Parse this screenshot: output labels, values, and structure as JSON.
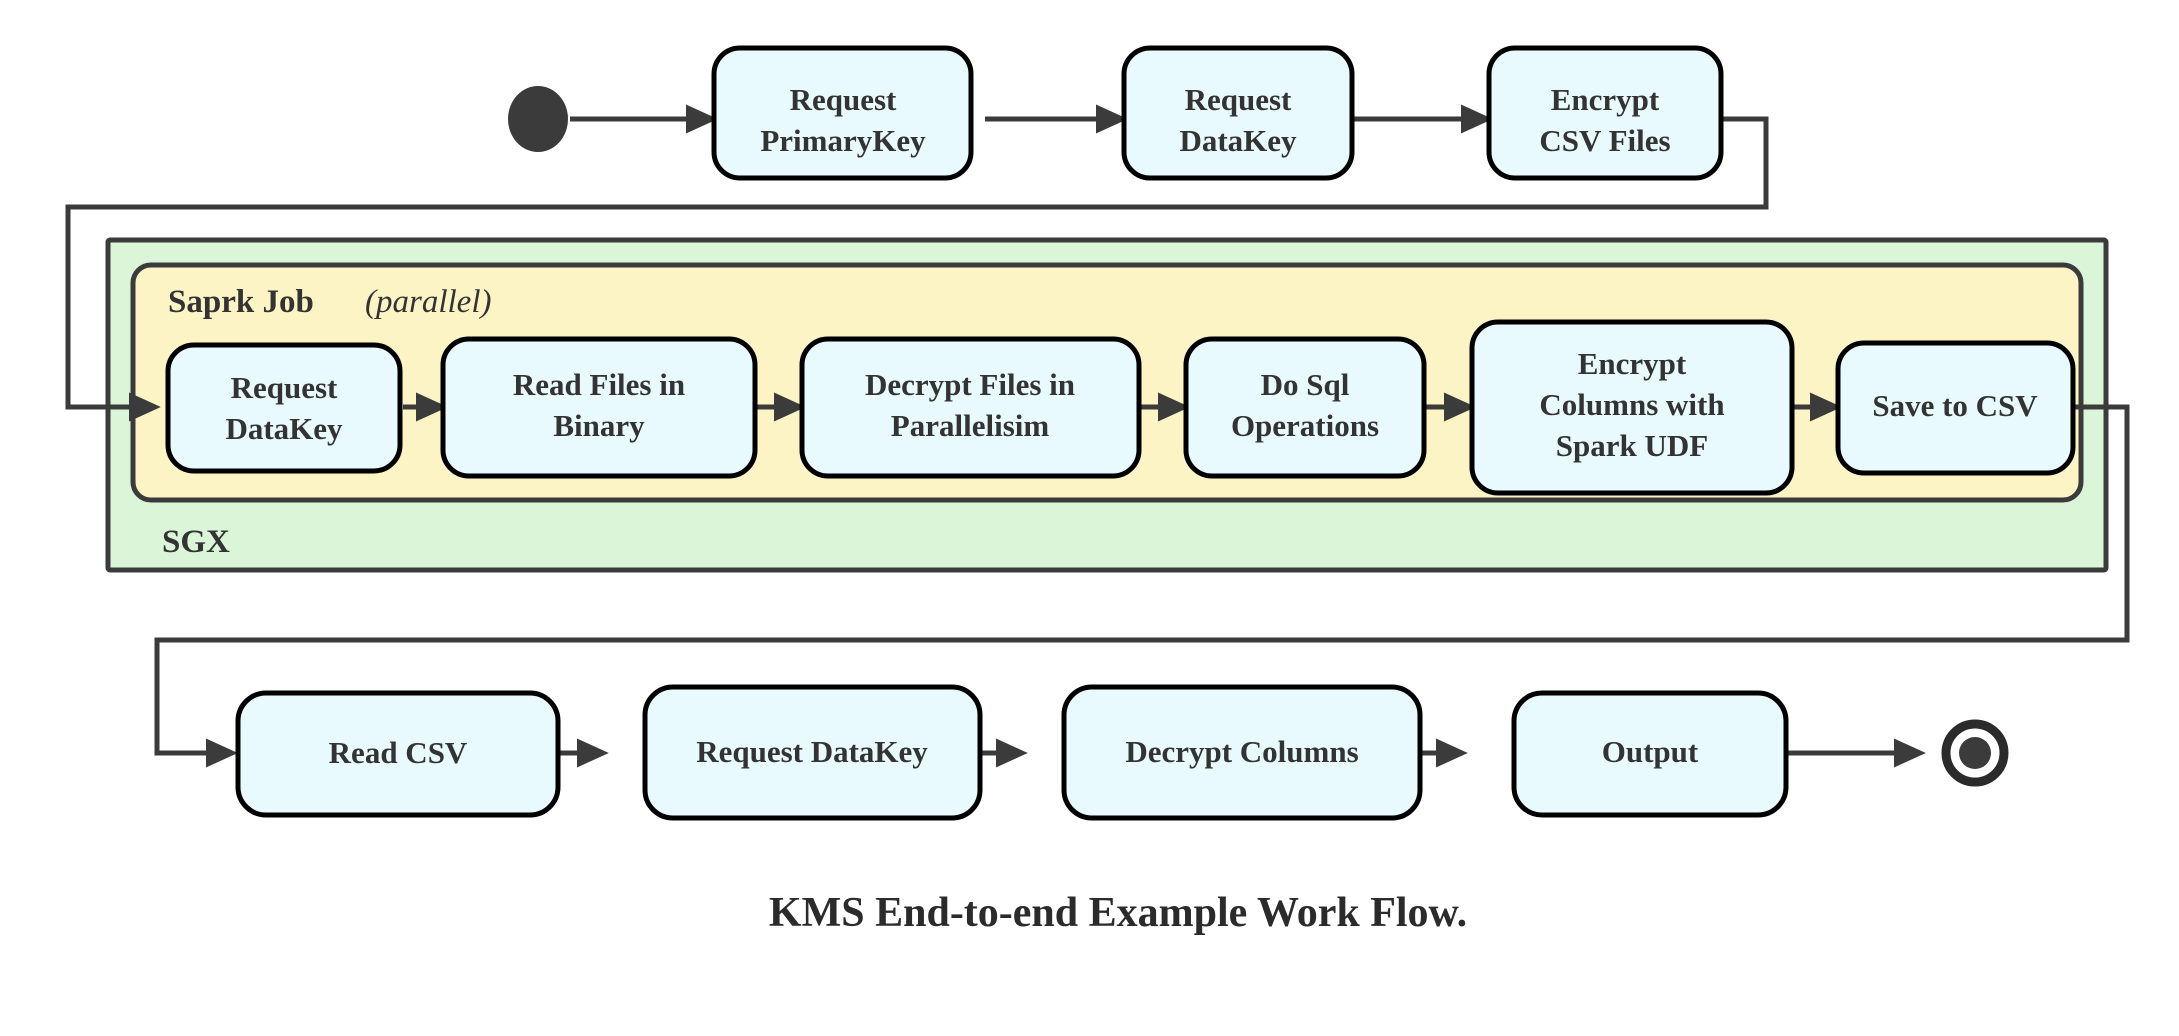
{
  "diagram": {
    "title": "KMS End-to-end Example Work Flow.",
    "type": "activity-flowchart",
    "colors": {
      "node_fill": "#e8fafd",
      "node_stroke": "#000000",
      "sgx_fill": "#dbf5d9",
      "spark_fill": "#fdf4c6",
      "edge": "#3b3b3b",
      "text": "#333333",
      "background": "#ffffff"
    },
    "start_node": {
      "name": "start-state",
      "shape": "filled-circle"
    },
    "end_node": {
      "name": "end-state",
      "shape": "bullseye"
    },
    "top_row": [
      {
        "id": "request-primarykey",
        "line1": "Request",
        "line2": "PrimaryKey"
      },
      {
        "id": "request-datakey-top",
        "line1": "Request",
        "line2": "DataKey"
      },
      {
        "id": "encrypt-csv-files",
        "line1": "Encrypt",
        "line2": "CSV Files"
      }
    ],
    "containers": {
      "outer": {
        "id": "sgx-container",
        "label": "SGX"
      },
      "inner": {
        "id": "spark-job-container",
        "label_bold": "Saprk Job",
        "label_italic": "(parallel)"
      }
    },
    "spark_row": [
      {
        "id": "request-datakey-spark",
        "line1": "Request",
        "line2": "DataKey",
        "line3": ""
      },
      {
        "id": "read-files-in-binary",
        "line1": "Read Files in",
        "line2": "Binary",
        "line3": ""
      },
      {
        "id": "decrypt-files-in-parallelisim",
        "line1": "Decrypt Files in",
        "line2": "Parallelisim",
        "line3": ""
      },
      {
        "id": "do-sql-operations",
        "line1": "Do Sql",
        "line2": "Operations",
        "line3": ""
      },
      {
        "id": "encrypt-columns-with-spark-udf",
        "line1": "Encrypt",
        "line2": "Columns with",
        "line3": "Spark UDF"
      },
      {
        "id": "save-to-csv",
        "line1": "Save to CSV",
        "line2": "",
        "line3": ""
      }
    ],
    "bottom_row": [
      {
        "id": "read-csv",
        "line1": "Read CSV"
      },
      {
        "id": "request-datakey-bottom",
        "line1": "Request DataKey"
      },
      {
        "id": "decrypt-columns",
        "line1": "Decrypt Columns"
      },
      {
        "id": "output",
        "line1": "Output"
      }
    ]
  }
}
